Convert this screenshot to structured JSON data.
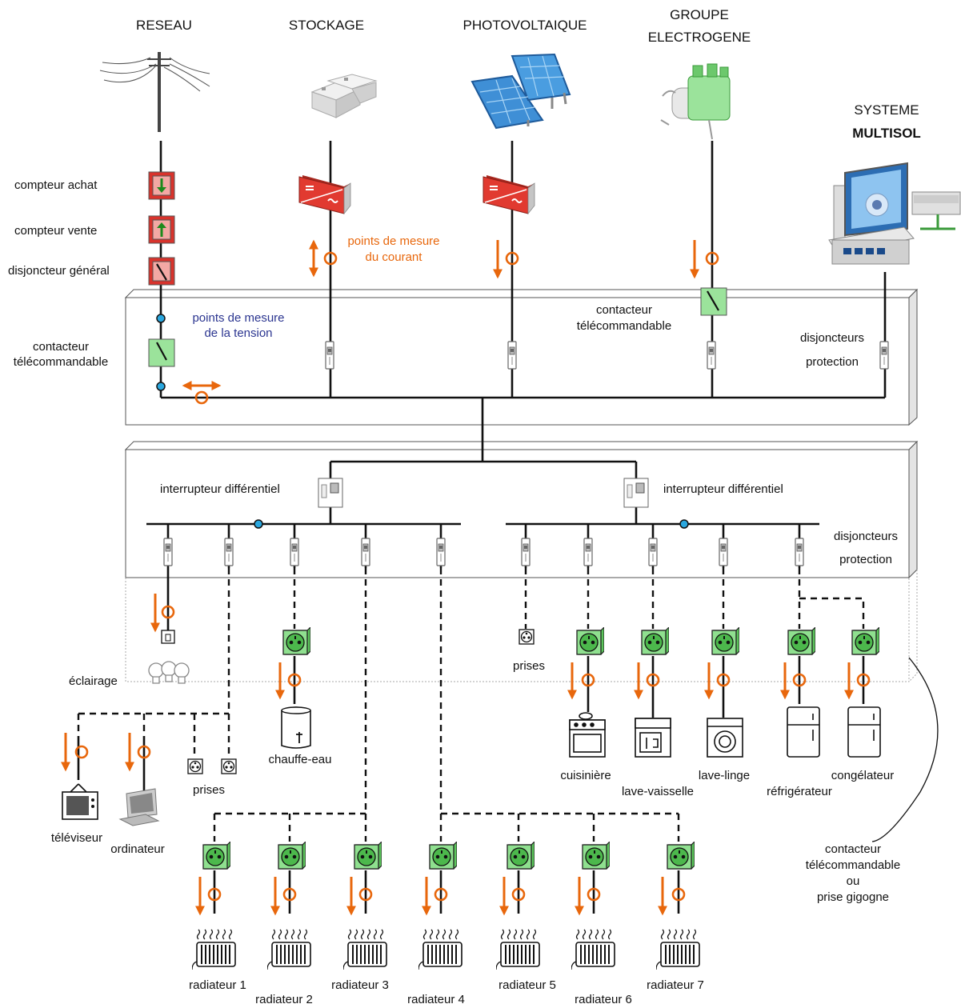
{
  "sources": {
    "reseau": "RESEAU",
    "stockage": "STOCKAGE",
    "photovoltaique": "PHOTOVOLTAIQUE",
    "groupe_line1": "GROUPE",
    "groupe_line2": "ELECTROGENE",
    "systeme_line1": "SYSTEME",
    "systeme_line2": "MULTISOL"
  },
  "labels": {
    "compteur_achat": "compteur achat",
    "compteur_vente": "compteur vente",
    "disjoncteur_general": "disjoncteur général",
    "contacteur_left_1": "contacteur",
    "contacteur_left_2": "télécommandable",
    "tension_1": "points de mesure",
    "tension_2": "de la tension",
    "courant_1": "points de mesure",
    "courant_2": "du courant",
    "contacteur_groupe_1": "contacteur",
    "contacteur_groupe_2": "télécommandable",
    "disj_top_1": "disjoncteurs",
    "disj_top_2": "protection",
    "diff_left": "interrupteur différentiel",
    "diff_right": "interrupteur différentiel",
    "disj_bottom_1": "disjoncteurs",
    "disj_bottom_2": "protection",
    "eclairage": "éclairage",
    "prises_left": "prises",
    "prises_right": "prises",
    "chauffe_eau": "chauffe-eau",
    "televiseur": "téléviseur",
    "ordinateur": "ordinateur",
    "cuisiniere": "cuisinière",
    "lave_vaisselle": "lave-vaisselle",
    "lave_linge": "lave-linge",
    "refrigerateur": "réfrigérateur",
    "congelateur": "congélateur",
    "contacteur_note_1": "contacteur",
    "contacteur_note_2": "télécommandable",
    "contacteur_note_3": "ou",
    "contacteur_note_4": "prise gigogne",
    "radiateur_1": "radiateur 1",
    "radiateur_2": "radiateur 2",
    "radiateur_3": "radiateur 3",
    "radiateur_4": "radiateur 4",
    "radiateur_5": "radiateur 5",
    "radiateur_6": "radiateur 6",
    "radiateur_7": "radiateur 7"
  },
  "colors": {
    "measure_orange": "#e8670c",
    "voltage_point": "#2aa7df",
    "switch_green": "#9be39b",
    "meter_red": "#d9332c",
    "label_blue": "#2b3590"
  },
  "icons": [
    "power-pole-icon",
    "battery-icon",
    "solar-panel-icon",
    "generator-icon",
    "computer-system-icon",
    "inverter-icon",
    "meter-icon",
    "breaker-icon",
    "socket-icon",
    "radiator-icon",
    "appliance-icon"
  ]
}
